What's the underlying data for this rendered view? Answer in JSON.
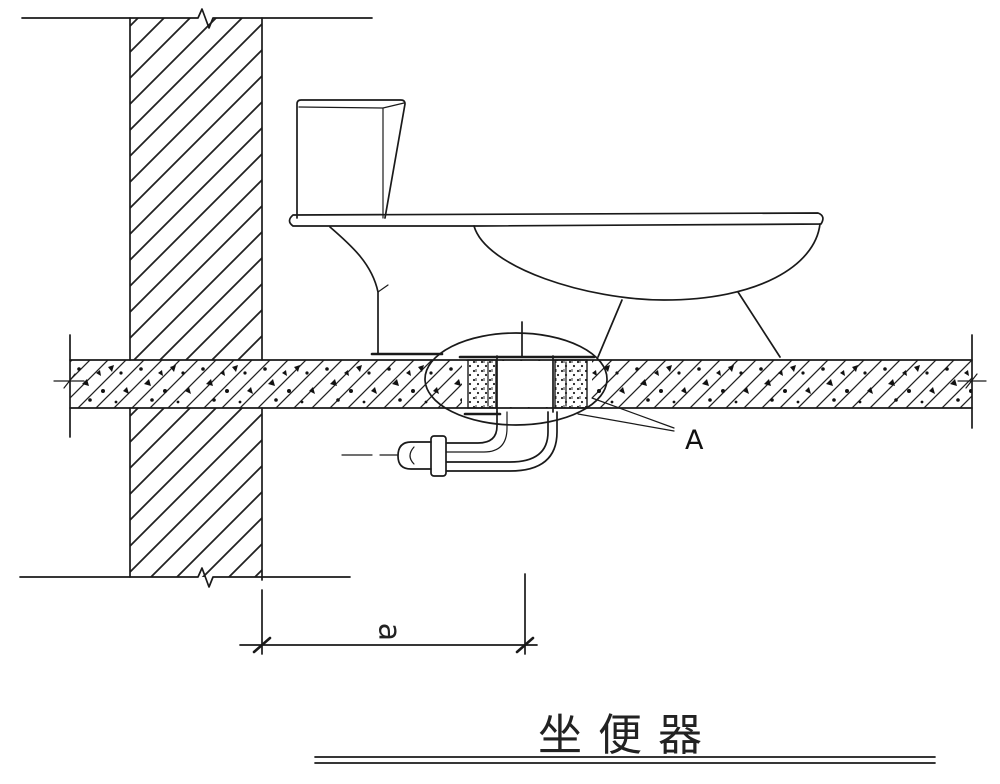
{
  "title": "坐便器",
  "callout": {
    "label": "A"
  },
  "dimension": {
    "label": "a"
  },
  "colors": {
    "line": "#1a1a1a",
    "background": "#ffffff"
  }
}
